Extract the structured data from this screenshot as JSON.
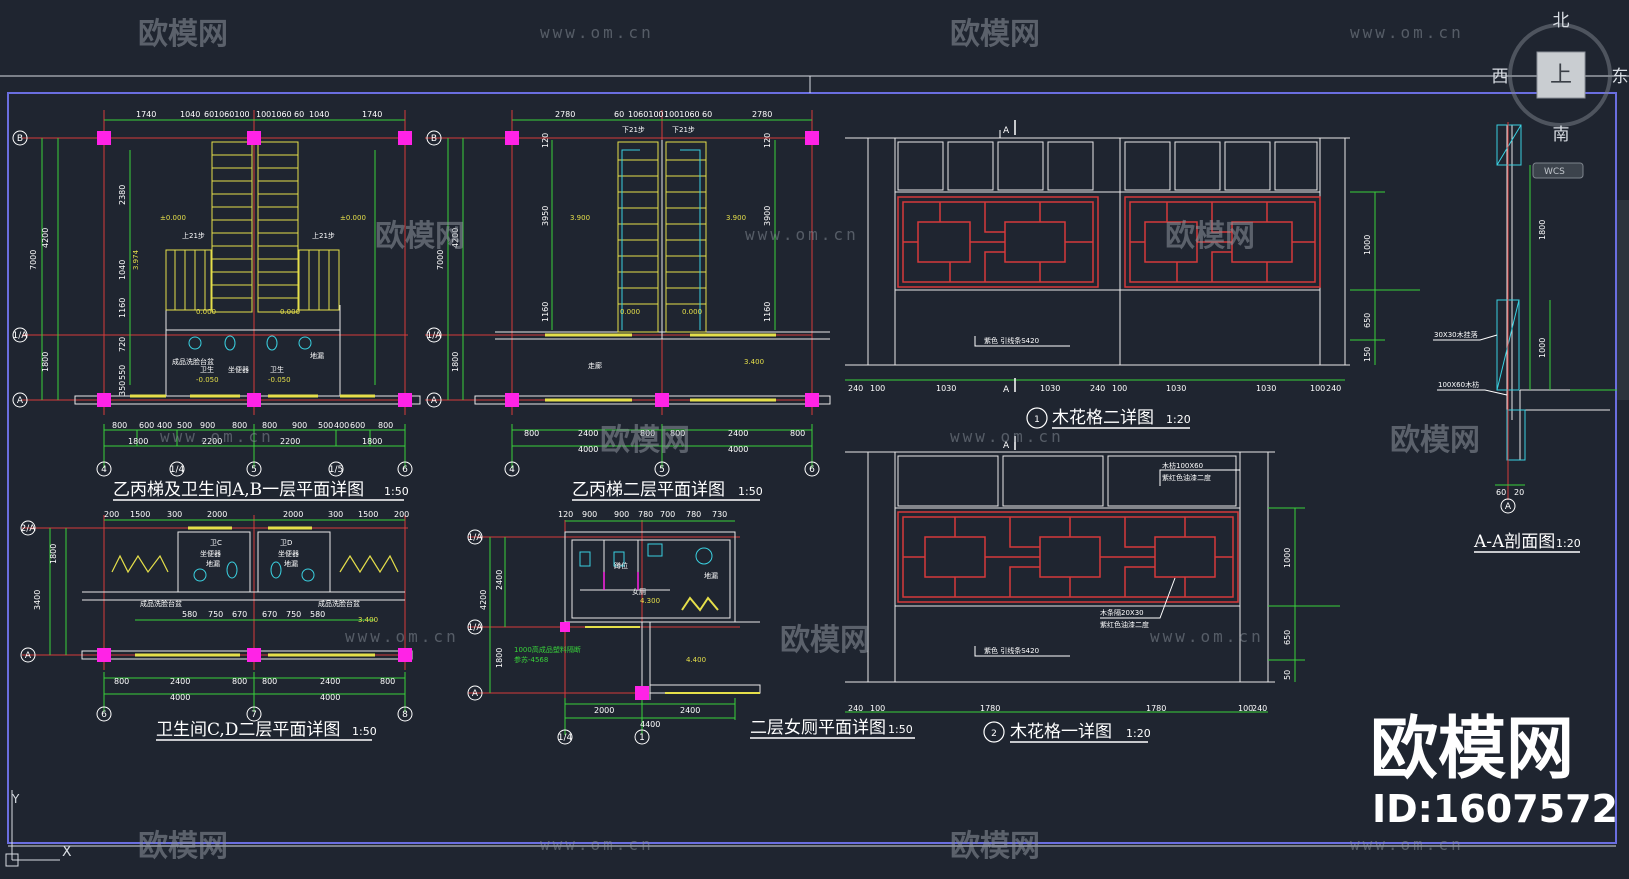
{
  "watermark": {
    "logo_text": "欧模网",
    "url_text": "www.om.cn"
  },
  "brand": {
    "name": "欧模网",
    "id_text": "ID:1607572"
  },
  "compass": {
    "north": "北",
    "south": "南",
    "west": "西",
    "east": "东",
    "view": "上",
    "wcs": "WCS"
  },
  "ucs": {
    "y_label": "Y",
    "x_label": "X"
  },
  "drawings": {
    "stair_first": {
      "title": "乙丙梯及卫生间A,B一层平面详图",
      "scale": "1:50",
      "top_dims": [
        "1740",
        "1040",
        "60",
        "1060100",
        "1001060",
        "60",
        "1040",
        "1740"
      ],
      "bottom_dims_1": [
        "800",
        "600",
        "400",
        "500",
        "900",
        "800",
        "800",
        "900",
        "500",
        "400",
        "600",
        "800"
      ],
      "bottom_dims_2": [
        "1800",
        "2200",
        "2200",
        "1800"
      ],
      "left_dims": [
        "7000",
        "1800",
        "4200"
      ],
      "inner_dims": [
        "2380",
        "1040",
        "1160",
        "720",
        "550",
        "350"
      ],
      "axes_bottom": [
        "4",
        "1/4",
        "5",
        "1/5",
        "6"
      ],
      "axes_left": [
        "B",
        "1/A",
        "A"
      ],
      "levels": [
        "±0.000",
        "±0.000",
        "0.000",
        "0.000",
        "-0.050",
        "-0.050",
        "3.974"
      ],
      "notes": [
        "上21步",
        "上21步",
        "成品洗脸台盆",
        "卫生",
        "坐便器",
        "卫生",
        "地漏"
      ]
    },
    "stair_second": {
      "title": "乙丙梯二层平面详图",
      "scale": "1:50",
      "top_dims": [
        "2780",
        "60",
        "1060100",
        "1001060",
        "60",
        "2780"
      ],
      "bottom_dims_1": [
        "800",
        "2400",
        "800",
        "800",
        "2400",
        "800"
      ],
      "bottom_dims_2": [
        "4000",
        "4000"
      ],
      "left_dims": [
        "7000",
        "1800",
        "4200"
      ],
      "inner_dims": [
        "120",
        "3950",
        "1160",
        "120",
        "3900",
        "1160"
      ],
      "axes_bottom": [
        "4",
        "5",
        "6"
      ],
      "axes_left": [
        "B",
        "1/A",
        "A"
      ],
      "levels": [
        "3.900",
        "3.900",
        "3.400",
        "0.000",
        "0.000"
      ],
      "notes": [
        "下21步",
        "下21步",
        "走廊"
      ]
    },
    "toilet_cd": {
      "title": "卫生间C,D二层平面详图",
      "scale": "1:50",
      "top_dims": [
        "200",
        "1500",
        "300",
        "2000",
        "2000",
        "300",
        "1500",
        "200"
      ],
      "bottom_dims_1": [
        "580",
        "750",
        "670",
        "670",
        "750",
        "580"
      ],
      "bottom_dims_2": [
        "800",
        "2400",
        "800",
        "800",
        "2400",
        "800"
      ],
      "bottom_dims_3": [
        "4000",
        "4000"
      ],
      "left_dims": [
        "1800",
        "3400"
      ],
      "axes_bottom": [
        "6",
        "7",
        "8"
      ],
      "axes_left": [
        "2/A",
        "A"
      ],
      "levels": [
        "3.400"
      ],
      "notes": [
        "卫C",
        "坐便器",
        "地漏",
        "卫D",
        "坐便器",
        "地漏",
        "成品洗脸台盆",
        "成品洗脸台盆"
      ]
    },
    "women_toilet": {
      "title": "二层女厕平面详图",
      "scale": "1:50",
      "top_dims": [
        "120",
        "900",
        "900",
        "780",
        "700",
        "780",
        "730"
      ],
      "bottom_dims_1": [
        "2000",
        "2400"
      ],
      "bottom_dims_2": [
        "4400"
      ],
      "left_dims": [
        "2400",
        "4200",
        "1800"
      ],
      "axes_bottom": [
        "1/4",
        "1"
      ],
      "axes_left": [
        "1/A",
        "1/A",
        "A"
      ],
      "levels": [
        "4.300",
        "4.400"
      ],
      "notes": [
        "蹲位",
        "女厕",
        "地漏",
        "1000高成品塑料隔断",
        "参苏-4568"
      ]
    },
    "wood_lattice_2": {
      "title": "木花格二详图",
      "number": "1",
      "scale": "1:20",
      "bottom_dims": [
        "240",
        "100",
        "1030",
        "1030",
        "240",
        "100",
        "1030",
        "1030",
        "100",
        "240"
      ],
      "right_dims": [
        "1000",
        "650",
        "150"
      ],
      "section_mark": "A",
      "notes": [
        "紫色 引线条S420"
      ]
    },
    "wood_lattice_1": {
      "title": "木花格一详图",
      "number": "2",
      "scale": "1:20",
      "bottom_dims": [
        "240",
        "100",
        "1780",
        "1780",
        "100",
        "240"
      ],
      "right_dims": [
        "1000",
        "650",
        "50"
      ],
      "section_mark": "A",
      "notes": [
        "木枋100X60",
        "紫红色油漆二度",
        "木条隔20X30",
        "紫红色油漆二度",
        "紫色 引线条S420"
      ]
    },
    "section_aa": {
      "title": "A-A剖面图",
      "scale": "1:20",
      "dims": [
        "1800",
        "1000",
        "60",
        "20"
      ],
      "axis": "A",
      "notes": [
        "30X30木挂落",
        "100X60木枋"
      ]
    }
  }
}
